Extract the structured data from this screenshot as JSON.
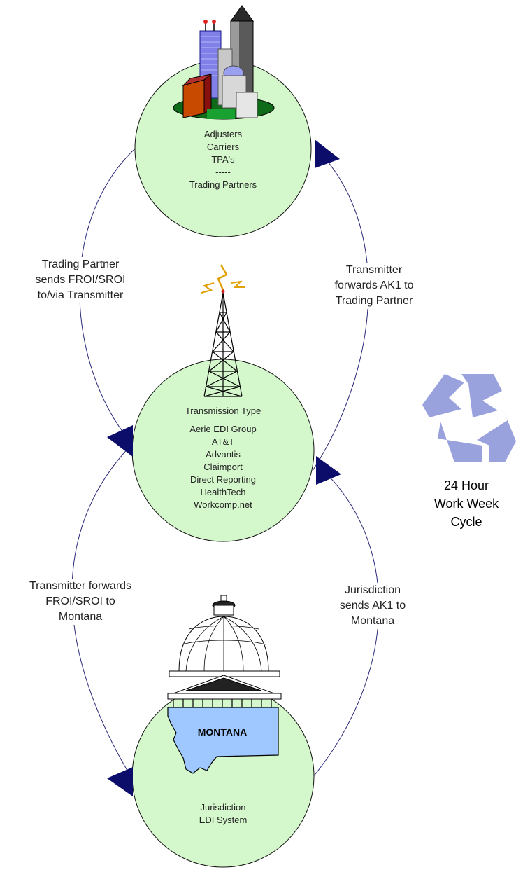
{
  "nodes": {
    "top": {
      "lines": [
        "Adjusters",
        "Carriers",
        "TPA's",
        "-----",
        "Trading Partners"
      ]
    },
    "middle": {
      "title": "Transmission Type",
      "lines": [
        "Aerie EDI Group",
        "AT&T",
        "Advantis",
        "Claimport",
        "Direct Reporting",
        "HealthTech",
        "Workcomp.net"
      ]
    },
    "bottom": {
      "map_label": "MONTANA",
      "lines": [
        "Jurisdiction",
        "EDI System"
      ]
    }
  },
  "edges": {
    "left_upper": [
      "Trading Partner",
      "sends FROI/SROI",
      "to/via Transmitter"
    ],
    "right_upper": [
      "Transmitter",
      "forwards AK1 to",
      "Trading Partner"
    ],
    "left_lower": [
      "Transmitter forwards",
      "FROI/SROI to",
      "Montana"
    ],
    "right_lower": [
      "Jurisdiction",
      "sends AK1 to",
      "Montana"
    ]
  },
  "cycle": {
    "lines": [
      "24 Hour",
      "Work Week",
      "Cycle"
    ]
  },
  "colors": {
    "node_fill": "#d4f7cc",
    "arrow": "#0c0c6b",
    "connector": "#2a2a7a",
    "recycle": "#9aa2de"
  },
  "icons": {
    "top": "city-buildings-icon",
    "middle": "radio-tower-icon",
    "bottom": "capitol-dome-icon",
    "cycle": "recycle-icon"
  }
}
